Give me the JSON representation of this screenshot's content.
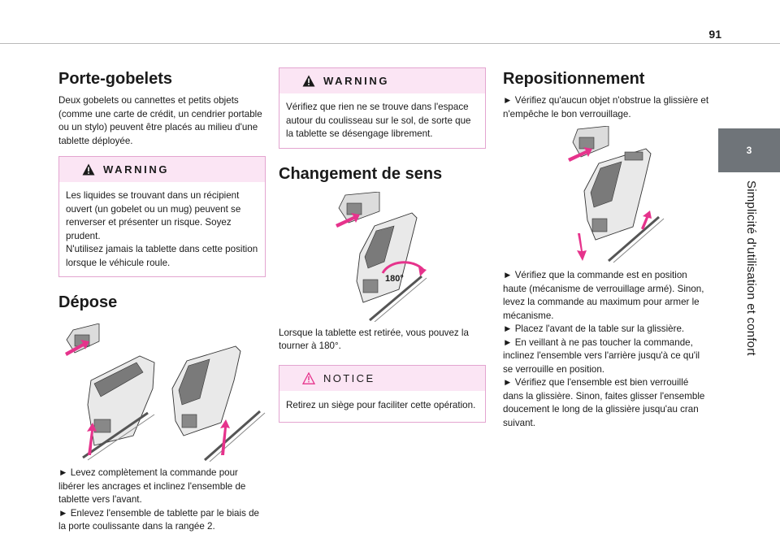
{
  "header": {
    "page_number": "91"
  },
  "side": {
    "chapter_number": "3",
    "chapter_title": "Simplicité d'utilisation et confort"
  },
  "col1": {
    "title": "Porte-gobelets",
    "intro": "Deux gobelets ou cannettes et petits objets (comme une carte de crédit, un cendrier portable ou un stylo) peuvent être placés au milieu d'une tablette déployée.",
    "warning": {
      "label": "WARNING",
      "line1": "Les liquides se trouvant dans un récipient ouvert (un gobelet ou un mug) peuvent se renverser et présenter un risque. Soyez prudent.",
      "line2": "N'utilisez jamais la tablette dans cette position lorsque le véhicule roule."
    },
    "section2_title": "Dépose",
    "step1": "► Levez complètement la commande pour libérer les ancrages et inclinez l'ensemble de tablette vers l'avant.",
    "step2": "► Enlevez l'ensemble de tablette par le biais de la porte coulissante dans la rangée 2."
  },
  "col2": {
    "warning": {
      "label": "WARNING",
      "text": "Vérifiez que rien ne se trouve dans l'espace autour du coulisseau sur le sol, de sorte que la tablette se désengage librement."
    },
    "title": "Changement de sens",
    "rotation_label": "180°",
    "text": "Lorsque la tablette est retirée, vous pouvez la tourner à 180°.",
    "notice": {
      "label": "NOTICE",
      "text": "Retirez un siège pour faciliter cette opération."
    }
  },
  "col3": {
    "title": "Repositionnement",
    "step0": "► Vérifiez qu'aucun objet n'obstrue la glissière et n'empêche le bon verrouillage.",
    "step1": "► Vérifiez que la commande est en position haute (mécanisme de verrouillage armé). Sinon, levez la commande au maximum pour armer le mécanisme.",
    "step2": "► Placez l'avant de la table sur la glissière.",
    "step3": "► En veillant à ne pas toucher la commande, inclinez l'ensemble vers l'arrière jusqu'à ce qu'il se verrouille en position.",
    "step4": "► Vérifiez que l'ensemble est bien verrouillé dans la glissière. Sinon, faites glisser l'ensemble doucement le long de la glissière jusqu'au cran suivant."
  },
  "colors": {
    "accent": "#e6338c",
    "box_border": "#e3a5d0",
    "box_header": "#fbe5f4",
    "side_tab": "#6f7479"
  }
}
